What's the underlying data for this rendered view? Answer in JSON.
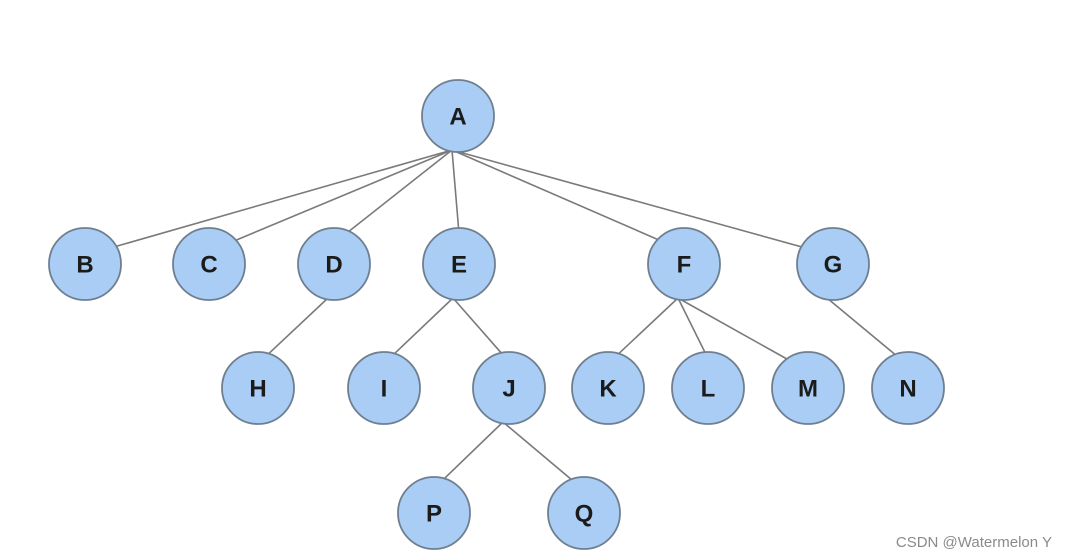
{
  "diagram": {
    "nodes": [
      {
        "id": "A",
        "label": "A",
        "parent": null
      },
      {
        "id": "B",
        "label": "B",
        "parent": "A"
      },
      {
        "id": "C",
        "label": "C",
        "parent": "A"
      },
      {
        "id": "D",
        "label": "D",
        "parent": "A"
      },
      {
        "id": "E",
        "label": "E",
        "parent": "A"
      },
      {
        "id": "F",
        "label": "F",
        "parent": "A"
      },
      {
        "id": "G",
        "label": "G",
        "parent": "A"
      },
      {
        "id": "H",
        "label": "H",
        "parent": "D"
      },
      {
        "id": "I",
        "label": "I",
        "parent": "E"
      },
      {
        "id": "J",
        "label": "J",
        "parent": "E"
      },
      {
        "id": "K",
        "label": "K",
        "parent": "F"
      },
      {
        "id": "L",
        "label": "L",
        "parent": "F"
      },
      {
        "id": "M",
        "label": "M",
        "parent": "F"
      },
      {
        "id": "N",
        "label": "N",
        "parent": "G"
      },
      {
        "id": "P",
        "label": "P",
        "parent": "J"
      },
      {
        "id": "Q",
        "label": "Q",
        "parent": "J"
      }
    ],
    "colors": {
      "node_fill": "#a9cdf5",
      "node_stroke": "#6f7f90",
      "edge": "#7a7a7a"
    }
  },
  "watermark": "CSDN @Watermelon Y"
}
